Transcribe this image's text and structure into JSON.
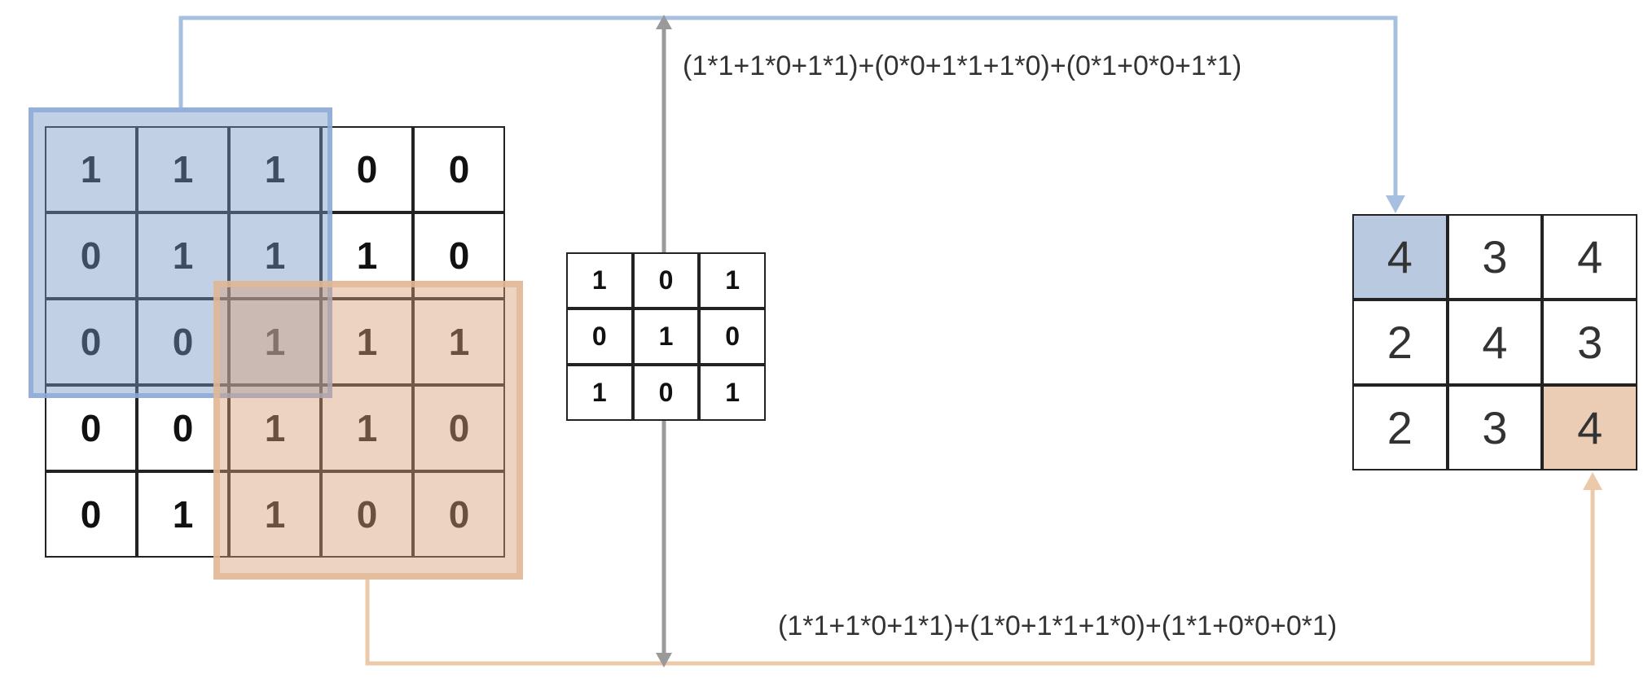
{
  "input_matrix": [
    [
      "1",
      "1",
      "1",
      "0",
      "0"
    ],
    [
      "0",
      "1",
      "1",
      "1",
      "0"
    ],
    [
      "0",
      "0",
      "1",
      "1",
      "1"
    ],
    [
      "0",
      "0",
      "1",
      "1",
      "0"
    ],
    [
      "0",
      "1",
      "1",
      "0",
      "0"
    ]
  ],
  "kernel": [
    [
      "1",
      "0",
      "1"
    ],
    [
      "0",
      "1",
      "0"
    ],
    [
      "1",
      "0",
      "1"
    ]
  ],
  "output_matrix": [
    [
      "4",
      "3",
      "4"
    ],
    [
      "2",
      "4",
      "3"
    ],
    [
      "2",
      "3",
      "4"
    ]
  ],
  "formulas": {
    "top": "(1*1+1*0+1*1)+(0*0+1*1+1*0)+(0*1+0*0+1*1)",
    "bottom": "(1*1+1*0+1*1)+(1*0+1*1+1*0)+(1*1+0*0+0*1)"
  },
  "colors": {
    "blue_highlight": "#b8c9e0",
    "orange_highlight": "#ebcdb5",
    "blue_arrow": "#a8c0e0",
    "orange_arrow": "#ecc9a8",
    "grey_arrow": "#9a9a9a"
  }
}
